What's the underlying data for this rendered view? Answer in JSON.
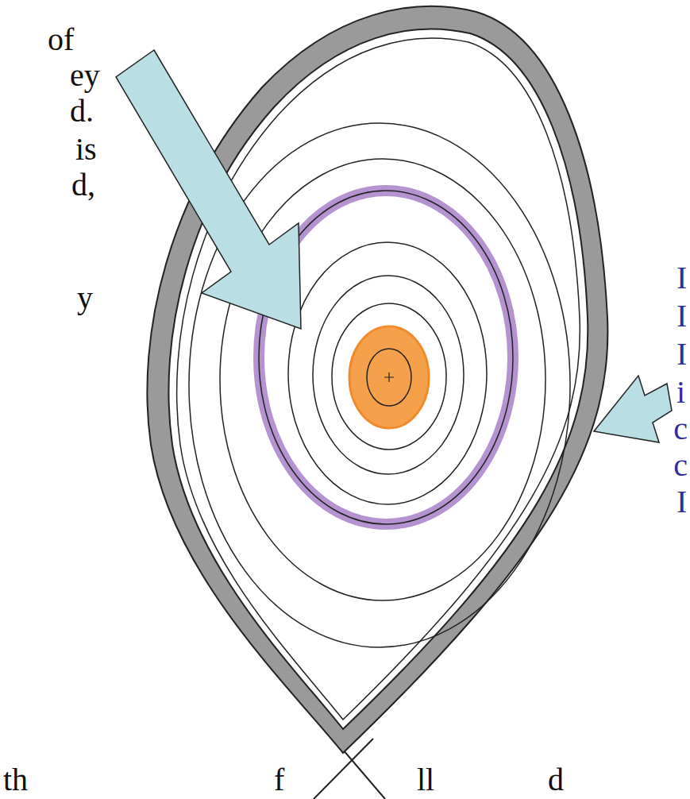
{
  "diagram": {
    "labels": [
      "of",
      "ey",
      "d.",
      "is",
      "d,",
      "y",
      "I",
      "I",
      "I",
      "i",
      "c",
      "c",
      "I",
      "th",
      "f",
      "ll",
      "d"
    ]
  }
}
